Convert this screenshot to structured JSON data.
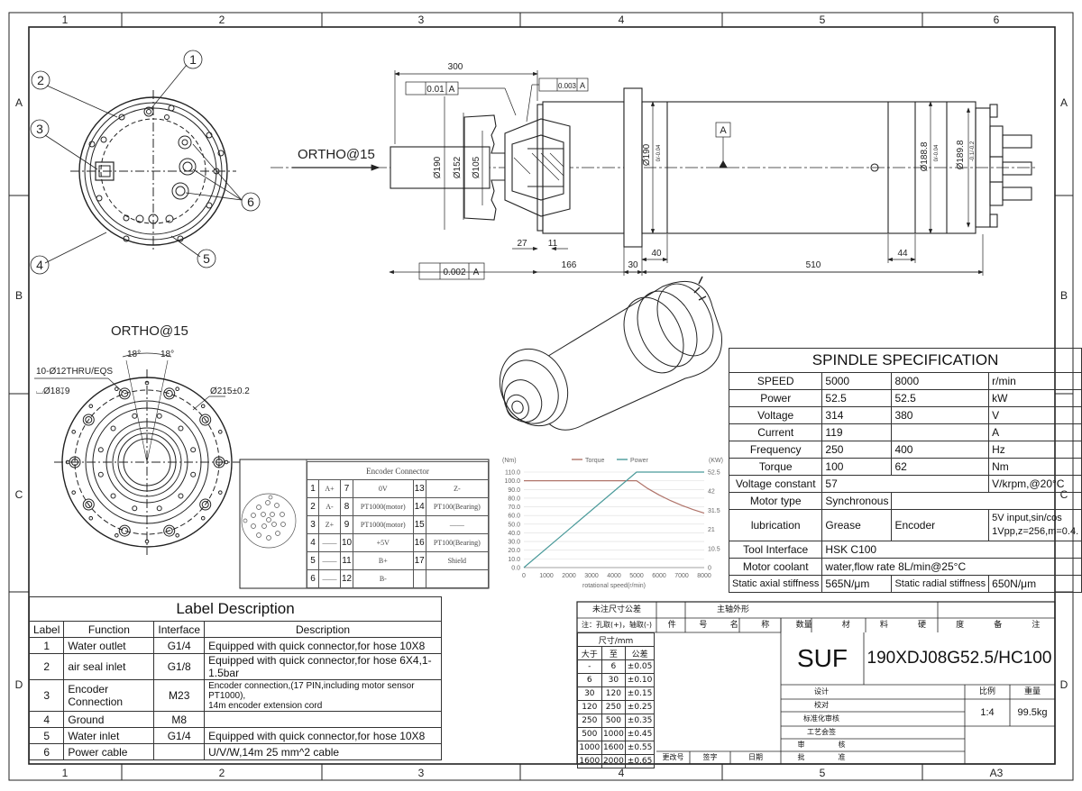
{
  "grid": {
    "top_cols": [
      "1",
      "2",
      "3",
      "4",
      "5",
      "6"
    ],
    "bottom_cols": [
      "1",
      "2",
      "3",
      "4",
      "5",
      "A3"
    ],
    "rows": [
      "A",
      "B",
      "C",
      "D"
    ]
  },
  "views": {
    "ortho_top": "ORTHO@15",
    "ortho_left": "ORTHO@15",
    "callouts": [
      "1",
      "2",
      "3",
      "4",
      "5",
      "6"
    ],
    "flange_note1": "10-Ø12THRU/EQS",
    "flange_note2": "⌴Ø18↧9",
    "flange_angle1": "18°",
    "flange_angle2": "18°",
    "flange_dia": "Ø215±0.2"
  },
  "dims": {
    "d300": "300",
    "tol1_value": "0.01",
    "tol1_ref": "A",
    "tol2_value": "0.003",
    "tol2_ref": "A",
    "tol3_value": "0.002",
    "tol3_ref": "A",
    "datum": "A",
    "dia190": "Ø190",
    "dia152": "Ø152",
    "dia105": "Ø105",
    "dia190b": "Ø190",
    "dia190b_tol": "0/-0.04",
    "dia188": "Ø188.8",
    "dia188_tol": "0/-0.04",
    "dia189": "Ø189.8",
    "dia189_tol": "-0.1/-0.2",
    "d27": "27",
    "d11": "11",
    "d40": "40",
    "d44": "44",
    "d166": "166",
    "d30": "30",
    "d510": "510"
  },
  "encoder": {
    "title": "Encoder Connector",
    "rows": [
      [
        "1",
        "A+",
        "7",
        "0V",
        "13",
        "Z-"
      ],
      [
        "2",
        "A-",
        "8",
        "PT1000(motor)",
        "14",
        "PT100(Bearing)"
      ],
      [
        "3",
        "Z+",
        "9",
        "PT1000(motor)",
        "15",
        "——"
      ],
      [
        "4",
        "——",
        "10",
        "+5V",
        "16",
        "PT100(Bearing)"
      ],
      [
        "5",
        "——",
        "11",
        "B+",
        "17",
        "Shield"
      ],
      [
        "6",
        "——",
        "12",
        "B-",
        "",
        ""
      ]
    ]
  },
  "chart_data": {
    "type": "line",
    "legend": [
      "Torque",
      "Power"
    ],
    "xlabel": "rotational speed(r/min)",
    "ylabel_left": "(Nm)",
    "ylabel_right": "(KW)",
    "x_ticks": [
      0,
      1000,
      2000,
      3000,
      4000,
      5000,
      6000,
      7000,
      8000
    ],
    "y_left_ticks": [
      0.0,
      10.0,
      20.0,
      30.0,
      40.0,
      50.0,
      60.0,
      70.0,
      80.0,
      90.0,
      100.0,
      110.0
    ],
    "y_right_ticks": [
      0,
      10.5,
      21,
      31.5,
      42,
      52.5
    ],
    "xlim": [
      0,
      8000
    ],
    "ylim_left": [
      0,
      110
    ],
    "ylim_right": [
      0,
      52.5
    ],
    "series": [
      {
        "name": "Torque",
        "color": "#b0746a",
        "x": [
          0,
          5000,
          5500,
          6000,
          6500,
          7000,
          7500,
          8000
        ],
        "y": [
          100,
          100,
          91,
          83.6,
          77.2,
          71.7,
          66.9,
          62.7
        ]
      },
      {
        "name": "Power",
        "color": "#4a9a9a",
        "axis": "right",
        "x": [
          0,
          5000,
          8000
        ],
        "y": [
          0,
          52.5,
          52.5
        ]
      }
    ]
  },
  "spec": {
    "title": "SPINDLE SPECIFICATION",
    "rows": [
      [
        "SPEED",
        "5000",
        "8000",
        "r/min"
      ],
      [
        "Power",
        "52.5",
        "52.5",
        "kW"
      ],
      [
        "Voltage",
        "314",
        "380",
        "V"
      ],
      [
        "Current",
        "119",
        "",
        "A"
      ],
      [
        "Frequency",
        "250",
        "400",
        "Hz"
      ],
      [
        "Torque",
        "100",
        "62",
        "Nm"
      ]
    ],
    "vc_label": "Voltage  constant",
    "vc_value": "57",
    "vc_unit": "V/krpm,@20°C",
    "motor_type_label": "Motor type",
    "motor_type_value": "Synchronous",
    "lub_label": "lubrication",
    "lub_value": "Grease",
    "encoder_label": "Encoder",
    "encoder_value1": "5V input,sin/cos",
    "encoder_value2": "1Vpp,z=256,m=0.4.",
    "tool_label": "Tool Interface",
    "tool_value": "HSK C100",
    "coolant_label": "Motor coolant",
    "coolant_value": "water,flow rate 8L/min@25°C",
    "axial_label": "Static axial stiffness",
    "axial_value": "565N/μm",
    "radial_label": "Static radial stiffness",
    "radial_value": "650N/μm"
  },
  "labels": {
    "title": "Label Description",
    "headers": [
      "Label",
      "Function",
      "Interface",
      "Description"
    ],
    "rows": [
      [
        "1",
        "Water outlet",
        "G1/4",
        "Equipped with quick connector,for hose 10X8"
      ],
      [
        "2",
        "air seal inlet",
        "G1/8",
        "Equipped with quick connector,for hose 6X4,1-1.5bar"
      ],
      [
        "3",
        "Encoder Connection",
        "M23",
        "Encoder connection,(17 PIN,including motor sensor PT1000),\n14m encoder extension cord"
      ],
      [
        "4",
        "Ground",
        "M8",
        ""
      ],
      [
        "5",
        "Water inlet",
        "G1/4",
        "Equipped with quick connector,for hose 10X8"
      ],
      [
        "6",
        "Power cable",
        "",
        "U/V/W,14m 25 mm^2 cable"
      ]
    ]
  },
  "titleblock": {
    "tol_head": "未注尺寸公差",
    "tol_note": "注：孔取(+)，轴取(-)",
    "size_head": "尺寸/mm",
    "col_gt": "大于",
    "col_to": "至",
    "col_tol": "公差",
    "tol_rows": [
      [
        "-",
        "6",
        "±0.05"
      ],
      [
        "6",
        "30",
        "±0.10"
      ],
      [
        "30",
        "120",
        "±0.15"
      ],
      [
        "120",
        "250",
        "±0.25"
      ],
      [
        "250",
        "500",
        "±0.35"
      ],
      [
        "500",
        "1000",
        "±0.45"
      ],
      [
        "1000",
        "1600",
        "±0.55"
      ],
      [
        "1600",
        "2000",
        "±0.65"
      ]
    ],
    "part_head": "主轴外形",
    "header_cols": [
      "件",
      "号",
      "名",
      "称",
      "数量",
      "材",
      "料",
      "硬",
      "度",
      "备",
      "注"
    ],
    "company": "SUF",
    "model": "190XDJ08G52.5/HC100",
    "roles": [
      "设计",
      "校对",
      "标准化审核",
      "工艺会签",
      "审",
      "核",
      "批",
      "准"
    ],
    "scale_label": "比例",
    "weight_label": "重量",
    "scale": "1:4",
    "weight": "99.5kg",
    "footer": [
      "更改号",
      "签字",
      "日期"
    ]
  }
}
